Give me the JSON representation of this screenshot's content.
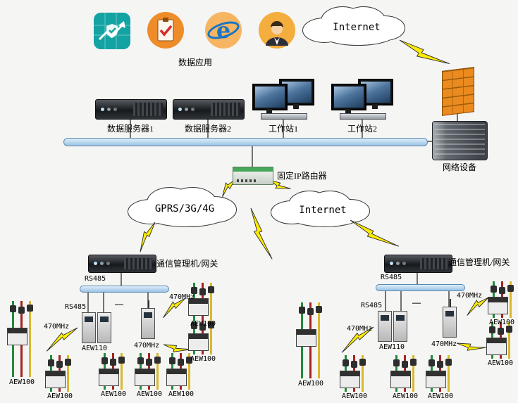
{
  "apps": {
    "label": "数据应用",
    "ie_letter": "e",
    "icons": [
      "analytics-app-icon",
      "checklist-app-icon",
      "ie-browser-icon",
      "operator-app-icon"
    ]
  },
  "nodes": {
    "internet_top": "Internet",
    "network_device": "网络设备",
    "server1": "数据服务器1",
    "server2": "数据服务器2",
    "workstation1": "工作站1",
    "workstation2": "工作站2",
    "router": "固定IP路由器",
    "gprs_cloud": "GPRS/3G/4G",
    "internet_mid": "Internet",
    "gateway_left": "通信管理机/网关",
    "gateway_right": "通信管理机/网关"
  },
  "labels": {
    "rs485": "RS485",
    "freq": "470MHz",
    "ellipsis": "……",
    "aew110": "AEW110",
    "aew100": "AEW100"
  },
  "colors": {
    "bus": "#b9d7ef",
    "bolt": "#ffeb00",
    "firewall": "#e8851c",
    "router_stripe": "#47a85a",
    "wire_green": "#1f8c3b",
    "wire_red": "#a62222",
    "wire_yellow": "#d9b830"
  }
}
